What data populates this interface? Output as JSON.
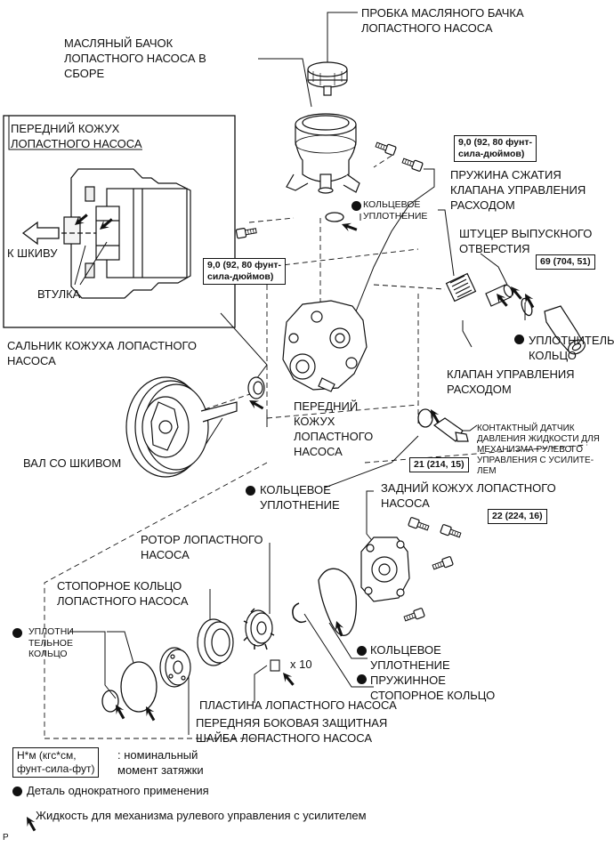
{
  "labels": {
    "reservoir_cap": "ПРОБКА МАСЛЯНОГО БАЧКА\nЛОПАСТНОГО НАСОСА",
    "reservoir_assy": "МАСЛЯНЫЙ БАЧОК\nЛОПАСТНОГО НАСОСА В\nСБОРЕ",
    "front_housing_inset": "ПЕРЕДНИЙ КОЖУХ\nЛОПАСТНОГО НАСОСА",
    "to_pulley": "К ШКИВУ",
    "bushing": "ВТУЛКА",
    "o_ring_top": "КОЛЬЦЕВОЕ\nУПЛОТНЕНИЕ",
    "flow_valve_spring": "ПРУЖИНА СЖАТИЯ\nКЛАПАНА УПРАВЛЕНИЯ\nРАСХОДОМ",
    "outlet_union": "ШТУЦЕР ВЫПУСКНОГО\nОТВЕРСТИЯ",
    "gasket": "УПЛОТНИТЕЛЬНОЕ\nКОЛЬЦО",
    "flow_valve": "КЛАПАН УПРАВЛЕНИЯ\nРАСХОДОМ",
    "oil_seal": "САЛЬНИК КОЖУХА ЛОПАСТНОГО\nНАСОСА",
    "front_housing": "ПЕРЕДНИЙ\nКОЖУХ\nЛОПАСТНОГО\nНАСОСА",
    "pulley_shaft": "ВАЛ СО ШКИВОМ",
    "pressure_switch": "КОНТАКТНЫЙ ДАТЧИК\nДАВЛЕНИЯ ЖИДКОСТИ ДЛЯ\nМЕХАНИЗМА РУЛЕВОГО\nУПРАВЛЕНИЯ С УСИЛИТЕ-\nЛЕМ",
    "o_ring_mid": "КОЛЬЦЕВОЕ\nУПЛОТНЕНИЕ",
    "rear_housing": "ЗАДНИЙ КОЖУХ ЛОПАСТНОГО\nНАСОСА",
    "rotor": "РОТОР ЛОПАСТНОГО\nНАСОСА",
    "cam_ring": "СТОПОРНОЕ КОЛЬЦО\nЛОПАСТНОГО НАСОСА",
    "o_ring_left": "УПЛОТНИ-\nТЕЛЬНОЕ\nКОЛЬЦО",
    "o_ring_rear": "КОЛЬЦЕВОЕ\nУПЛОТНЕНИЕ",
    "snap_ring": "ПРУЖИННОЕ\nСТОПОРНОЕ КОЛЬЦО",
    "vane_plate": "ПЛАСТИНА ЛОПАСТНОГО НАСОСА",
    "side_plate": "ПЕРЕДНЯЯ БОКОВАЯ ЗАЩИТНАЯ\nШАЙБА ЛОПАСТНОГО НАСОСА",
    "qty_vanes": "x 10"
  },
  "torques": {
    "reservoir_top": "9,0 (92, 80 фунт-\nсила-дюймов)",
    "reservoir_bottom": "9,0 (92, 80 фунт-\nсила-дюймов)",
    "union": "69 (704, 51)",
    "switch": "21 (214, 15)",
    "rear": "22 (224, 16)"
  },
  "legend": {
    "torque_box": "Н*м (кгс*см,\nфунт-сила-фут)",
    "torque_desc": ": номинальный\nмомент затяжки",
    "non_reusable": "Деталь однократного применения",
    "fluid": "Жидкость для механизма рулевого управления с усилителем"
  },
  "footer": {
    "code": "P"
  }
}
